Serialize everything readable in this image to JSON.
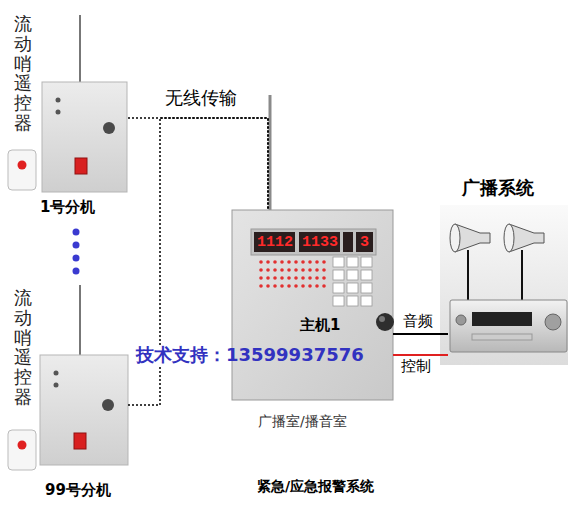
{
  "diagram": {
    "caption": "紧急/应急报警系统",
    "nodes": [
      {
        "text": [
          "1号分机"
        ]
      },
      {
        "text": [
          "99号分机"
        ]
      },
      {
        "text": [
          "主机1",
          "广播室/播音室"
        ]
      },
      {
        "text": [
          "广播系统"
        ]
      }
    ],
    "edges": [
      {
        "from": 0,
        "to": 2,
        "label": "无线传输",
        "arrow": "none"
      },
      {
        "from": 1,
        "to": 2,
        "arrow": "none"
      },
      {
        "from": 2,
        "to": 3,
        "label": "音频",
        "arrow": "none"
      },
      {
        "from": 2,
        "to": 3,
        "label": "控制",
        "arrow": "none"
      }
    ],
    "labels": [
      "流动哨遥控器",
      "流动哨遥控器",
      "1112",
      "1133",
      "3",
      "技术支持：13599937576"
    ]
  }
}
